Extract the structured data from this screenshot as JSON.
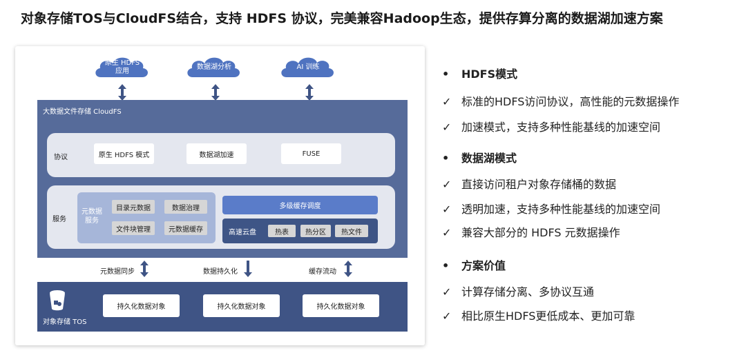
{
  "title": "对象存储TOS与CloudFS结合，支持 HDFS 协议，完美兼容Hadoop生态，提供存算分离的数据湖加速方案",
  "diagram": {
    "clouds": [
      {
        "line1": "原生 HDFS",
        "line2": "应用"
      },
      {
        "line1": "数据湖分析",
        "line2": ""
      },
      {
        "line1": "AI 训练",
        "line2": ""
      }
    ],
    "cloudfs_title": "大数据文件存储 CloudFS",
    "protocol": {
      "label": "协议",
      "chips": [
        "原生 HDFS 模式",
        "数据湖加速",
        "FUSE"
      ]
    },
    "service": {
      "label": "服务",
      "meta_label_1": "元数据",
      "meta_label_2": "服务",
      "meta_chips": [
        "目录元数据",
        "数据治理",
        "文件块管理",
        "元数据缓存"
      ],
      "cache_title": "多级缓存调度",
      "cache_label": "高速云盘",
      "cache_chips": [
        "热表",
        "热分区",
        "热文件"
      ]
    },
    "sync_labels": [
      "元数据同步",
      "数据持久化",
      "缓存流动"
    ],
    "tos_label": "对象存储 TOS",
    "tos_chips": [
      "持久化数据对象",
      "持久化数据对象",
      "持久化数据对象"
    ],
    "colors": {
      "cloud": "#4f73c0",
      "cloudfs": "#566b9a",
      "tos": "#3f5485",
      "cache": "#5a7cc9"
    }
  },
  "bullets": {
    "sections": [
      {
        "heading": "HDFS模式",
        "items": [
          "标准的HDFS访问协议，高性能的元数据操作",
          "加速模式，支持多种性能基线的加速空间"
        ]
      },
      {
        "heading": "数据湖模式",
        "items": [
          "直接访问租户对象存储桶的数据",
          "透明加速，支持多种性能基线的加速空间",
          "兼容大部分的 HDFS 元数据操作"
        ]
      },
      {
        "heading": "方案价值",
        "items": [
          "计算存储分离、多协议互通",
          "相比原生HDFS更低成本、更加可靠"
        ]
      }
    ],
    "bullet_glyph": "•",
    "check_glyph": "✓"
  }
}
